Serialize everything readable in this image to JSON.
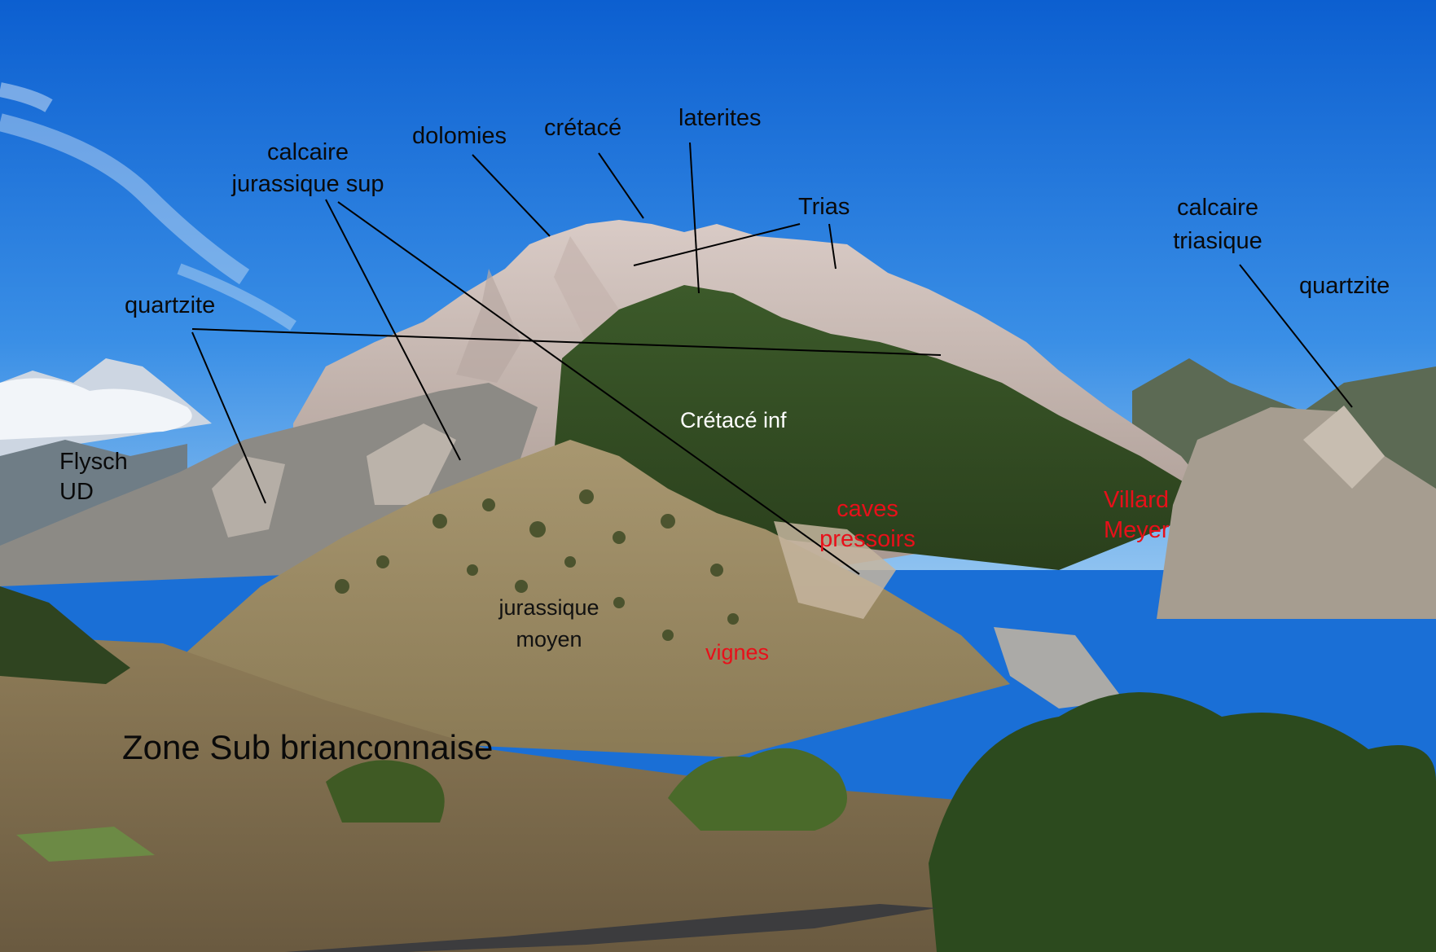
{
  "labels": {
    "calcaire_jur_l1": "calcaire",
    "calcaire_jur_l2": "jurassique sup",
    "dolomies": "dolomies",
    "cretace": "crétacé",
    "laterites": "laterites",
    "trias": "Trias",
    "calcaire_tri_l1": "calcaire",
    "calcaire_tri_l2": "triasique",
    "quartzite_left": "quartzite",
    "quartzite_right": "quartzite",
    "flysch_l1": "Flysch",
    "flysch_l2": "UD",
    "cretace_inf": "Crétacé inf",
    "caves_l1": "caves",
    "caves_l2": "pressoirs",
    "villard_l1": "Villard",
    "villard_l2": "Meyer",
    "jur_moyen_l1": "jurassique",
    "jur_moyen_l2": "moyen",
    "vignes": "vignes",
    "zone": "Zone  Sub brianconnaise"
  },
  "colors": {
    "label_dark": "#0a0a0a",
    "label_white": "#ffffff",
    "label_red": "#e8101a",
    "sky_top": "#0c5fd0",
    "sky_bottom": "#5aa8ee"
  }
}
